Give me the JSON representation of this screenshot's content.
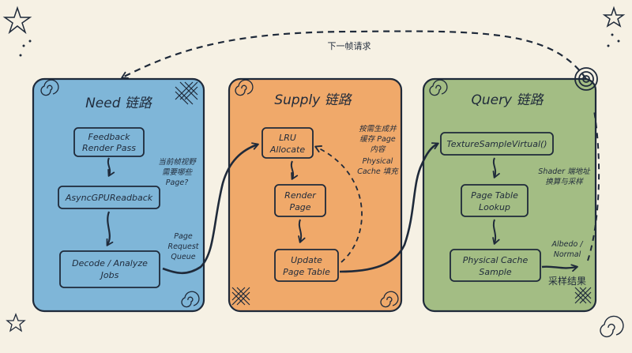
{
  "loop_label": "下一帧请求",
  "panels": {
    "need": {
      "title": "Need 链路",
      "color": "#7fb6d8",
      "boxes": [
        "Feedback",
        "Render Pass",
        "AsyncGPUReadback",
        "Decode / Analyze",
        "Jobs"
      ],
      "note": [
        "当前帧视野",
        "需要哪些",
        "Page?"
      ]
    },
    "supply": {
      "title": "Supply 链路",
      "color": "#f0a96a",
      "boxes": [
        "LRU",
        "Allocate",
        "Render",
        "Page",
        "Update",
        "Page Table"
      ],
      "note": [
        "按需生成并",
        "缓存 Page",
        "内容",
        "Physical",
        "Cache 填充"
      ]
    },
    "query": {
      "title": "Query 链路",
      "color": "#a3bd84",
      "boxes": [
        "TextureSampleVirtual()",
        "Page Table",
        "Lookup",
        "Physical Cache",
        "Sample"
      ],
      "note": [
        "Shader 端地址",
        "换算与采样"
      ]
    }
  },
  "connectors": {
    "page_request": [
      "Page",
      "Request",
      "Queue"
    ],
    "albedo": [
      "Albedo /",
      "Normal"
    ],
    "result": "采样结果"
  },
  "colors": {
    "ink": "#1f2a3a",
    "background": "#f6f1e4"
  }
}
